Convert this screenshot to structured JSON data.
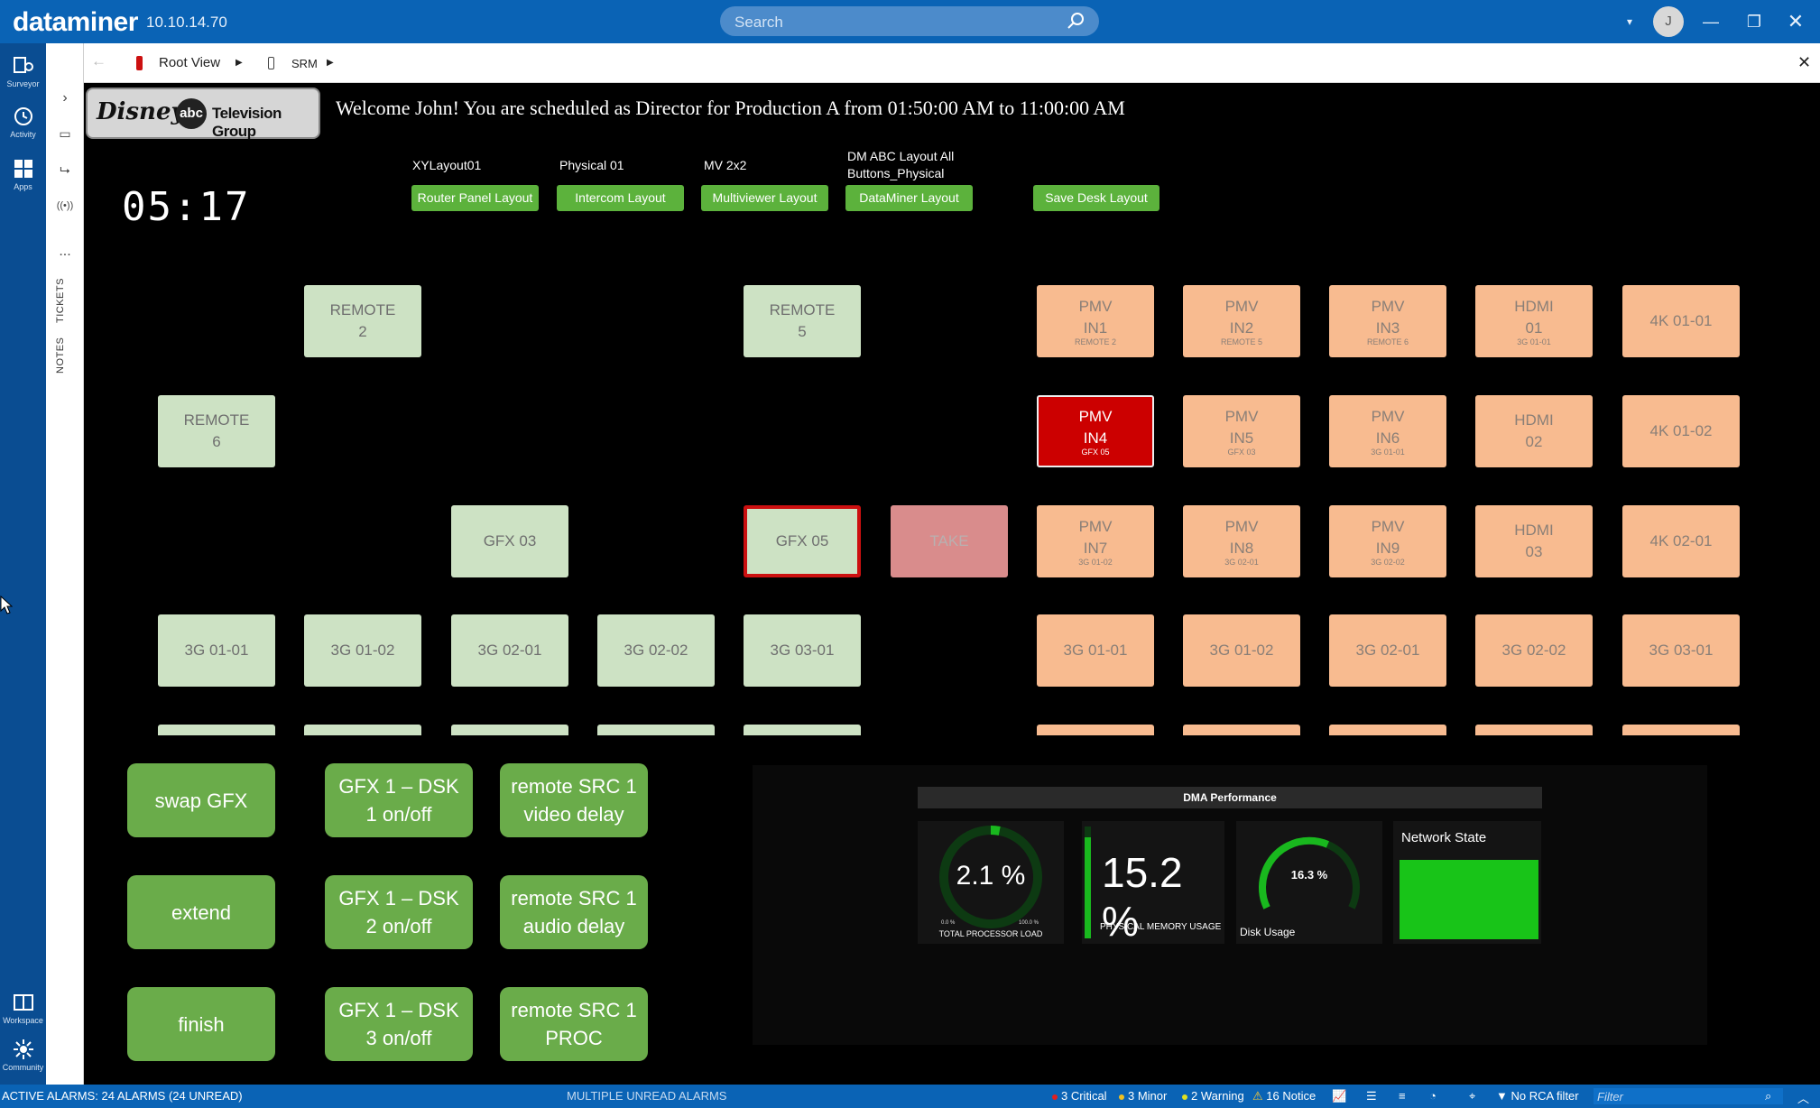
{
  "app": {
    "brand": "dataminer",
    "ip": "10.10.14.70",
    "search_placeholder": "Search",
    "user_initial": "J"
  },
  "nav": {
    "surveyor": "Surveyor",
    "activity": "Activity",
    "apps": "Apps",
    "workspace": "Workspace",
    "community": "Community"
  },
  "side": {
    "tickets": "TICKETS",
    "notes": "NOTES",
    "more": "..."
  },
  "breadcrumb": {
    "root": "Root View",
    "srm": "SRM"
  },
  "logo": {
    "disney": "Disney",
    "abc": "abc",
    "tvg": "Television Group"
  },
  "welcome": "Welcome John! You are scheduled as Director for Production A from 01:50:00 AM to 11:00:00 AM",
  "clock": "05:17",
  "layouts": [
    {
      "label": "XYLayout01",
      "button": "Router Panel Layout"
    },
    {
      "label": "Physical 01",
      "button": "Intercom Layout"
    },
    {
      "label": "MV 2x2",
      "button": "Multiviewer Layout"
    },
    {
      "label": "DM ABC Layout All Buttons_Physical",
      "button": "DataMiner Layout"
    }
  ],
  "save_desk": "Save Desk Layout",
  "tiles": {
    "remote2": "REMOTE 2",
    "remote5": "REMOTE 5",
    "remote6": "REMOTE 6",
    "gfx03": "GFX 03",
    "gfx05": "GFX 05",
    "take": "TAKE",
    "g3g0101": "3G 01-01",
    "g3g0102": "3G 01-02",
    "g3g0201": "3G 02-01",
    "g3g0202": "3G 02-02",
    "g3g0301": "3G 03-01",
    "pmv1": {
      "label": "PMV IN1",
      "sub": "REMOTE 2"
    },
    "pmv2": {
      "label": "PMV IN2",
      "sub": "REMOTE 5"
    },
    "pmv3": {
      "label": "PMV IN3",
      "sub": "REMOTE 6"
    },
    "hdmi01": {
      "label": "HDMI 01",
      "sub": "3G 01-01"
    },
    "k4_0101": "4K 01-01",
    "pmv4": {
      "label": "PMV IN4",
      "sub": "GFX 05"
    },
    "pmv5": {
      "label": "PMV IN5",
      "sub": "GFX 03"
    },
    "pmv6": {
      "label": "PMV IN6",
      "sub": "3G 01-01"
    },
    "hdmi02": "HDMI 02",
    "k4_0102": "4K 01-02",
    "pmv7": {
      "label": "PMV IN7",
      "sub": "3G 01-02"
    },
    "pmv8": {
      "label": "PMV IN8",
      "sub": "3G 02-01"
    },
    "pmv9": {
      "label": "PMV IN9",
      "sub": "3G 02-02"
    },
    "hdmi03": "HDMI 03",
    "k4_0201": "4K 02-01",
    "o3g0101": "3G 01-01",
    "o3g0102": "3G 01-02",
    "o3g0201": "3G 02-01",
    "o3g0202": "3G 02-02",
    "o3g0301": "3G 03-01"
  },
  "actions": {
    "swap_gfx": "swap GFX",
    "extend": "extend",
    "finish": "finish",
    "dsk1": "GFX 1 – DSK 1 on/off",
    "dsk2": "GFX 1 – DSK 2 on/off",
    "dsk3": "GFX 1 – DSK 3 on/off",
    "video_delay": "remote SRC 1 video delay",
    "audio_delay": "remote SRC 1 audio delay",
    "proc": "remote SRC 1 PROC"
  },
  "performance": {
    "title": "DMA Performance",
    "cpu_value": "2.1 %",
    "cpu_fraction": 0.021,
    "cpu_label": "TOTAL PROCESSOR LOAD",
    "cpu_min": "0.0 %",
    "cpu_max": "100.0 %",
    "memory_value": "15.2 %",
    "memory_fraction": 0.152,
    "memory_label": "PHYSICAL MEMORY USAGE",
    "disk_value": "16.3 %",
    "disk_fraction": 0.163,
    "disk_label": "Disk Usage",
    "network_label": "Network State",
    "network_color": "#18c418"
  },
  "status": {
    "alarms": "ACTIVE ALARMS: 24 ALARMS (24 UNREAD)",
    "unread": "MULTIPLE UNREAD ALARMS",
    "critical": "3 Critical",
    "minor": "3 Minor",
    "warning": "2 Warning",
    "notice": "16 Notice",
    "rca": "No RCA filter",
    "filter_placeholder": "Filter"
  },
  "colors": {
    "accent": "#0a63b5",
    "green_button": "#6aac4a",
    "tile_green": "#cde2c4",
    "tile_orange": "#f8bb90",
    "critical": "#e02020",
    "gauge": "#19b81e"
  }
}
